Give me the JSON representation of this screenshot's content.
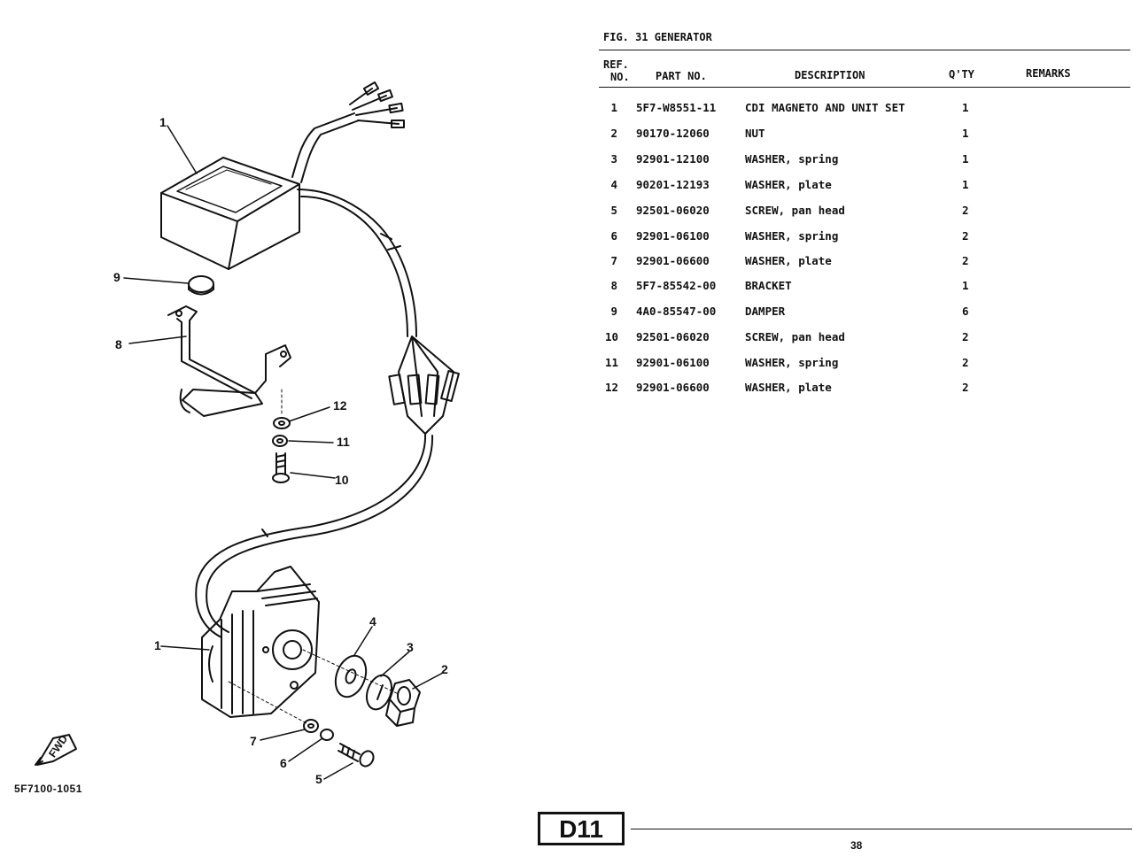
{
  "figure": {
    "title": "FIG. 31  GENERATOR",
    "columns": {
      "ref_line1": "REF.",
      "ref_line2": "NO.",
      "part_no": "PART NO.",
      "description": "DESCRIPTION",
      "qty": "Q'TY",
      "remarks": "REMARKS"
    },
    "parts": [
      {
        "ref": "1",
        "part_no": "5F7-W8551-11",
        "description": "CDI MAGNETO AND UNIT SET",
        "qty": "1"
      },
      {
        "ref": "2",
        "part_no": "90170-12060",
        "description": "NUT",
        "qty": "1"
      },
      {
        "ref": "3",
        "part_no": "92901-12100",
        "description": "WASHER, spring",
        "qty": "1"
      },
      {
        "ref": "4",
        "part_no": "90201-12193",
        "description": "WASHER, plate",
        "qty": "1"
      },
      {
        "ref": "5",
        "part_no": "92501-06020",
        "description": "SCREW, pan head",
        "qty": "2"
      },
      {
        "ref": "6",
        "part_no": "92901-06100",
        "description": "WASHER, spring",
        "qty": "2"
      },
      {
        "ref": "7",
        "part_no": "92901-06600",
        "description": "WASHER, plate",
        "qty": "2"
      },
      {
        "ref": "8",
        "part_no": "5F7-85542-00",
        "description": "BRACKET",
        "qty": "1"
      },
      {
        "ref": "9",
        "part_no": "4A0-85547-00",
        "description": "DAMPER",
        "qty": "6"
      },
      {
        "ref": "10",
        "part_no": "92501-06020",
        "description": "SCREW, pan head",
        "qty": "2"
      },
      {
        "ref": "11",
        "part_no": "92901-06100",
        "description": "WASHER, spring",
        "qty": "2"
      },
      {
        "ref": "12",
        "part_no": "92901-06600",
        "description": "WASHER, plate",
        "qty": "2"
      }
    ]
  },
  "diagram": {
    "callouts": {
      "c1a": "1",
      "c9": "9",
      "c8": "8",
      "c12": "12",
      "c11": "11",
      "c10": "10",
      "c1b": "1",
      "c4": "4",
      "c3": "3",
      "c2": "2",
      "c7": "7",
      "c6": "6",
      "c5": "5"
    },
    "fwd_label": "FWD",
    "drawing_code": "5F7100-1051"
  },
  "footer": {
    "section_badge": "D11",
    "page_number": "38"
  }
}
